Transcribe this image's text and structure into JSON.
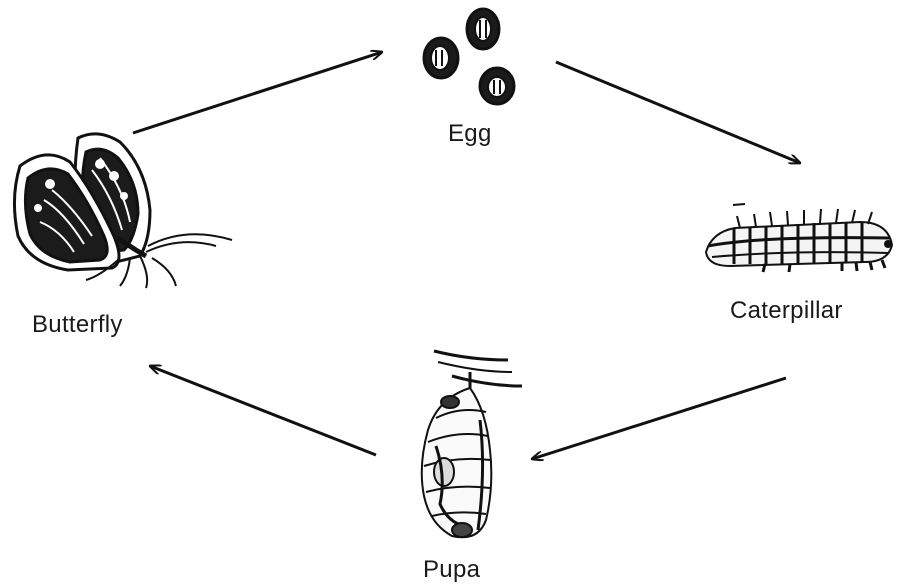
{
  "diagram": {
    "stages": {
      "egg": "Egg",
      "caterpillar": "Caterpillar",
      "pupa": "Pupa",
      "butterfly": "Butterfly"
    },
    "cycle_order": [
      "Egg",
      "Caterpillar",
      "Pupa",
      "Butterfly"
    ],
    "ink_color": "#111111",
    "background_color": "#ffffff"
  }
}
